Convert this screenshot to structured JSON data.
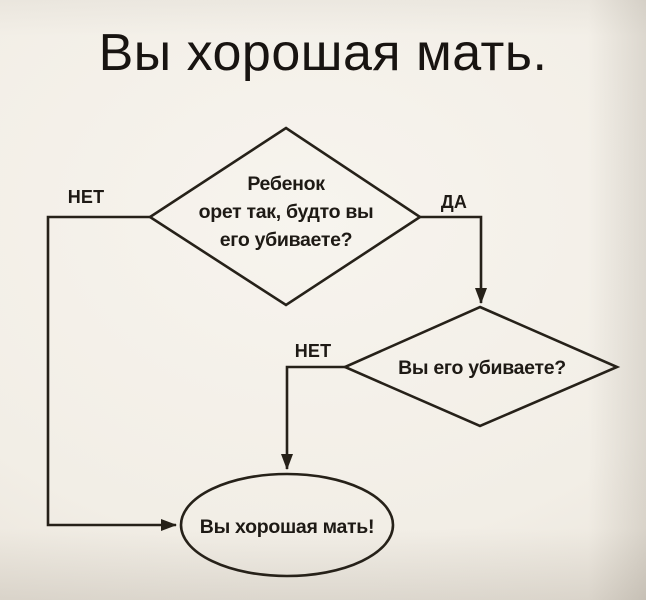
{
  "title": "Вы хорошая мать.",
  "flowchart": {
    "decision1": {
      "line1": "Ребенок",
      "line2": "орет так, будто вы",
      "line3": "его убиваете?"
    },
    "decision2": {
      "label": "Вы его убиваете?"
    },
    "terminal": {
      "label": "Вы хорошая мать!"
    },
    "edge_no1": {
      "label": "НЕТ"
    },
    "edge_yes": {
      "label": "ДА"
    },
    "edge_no2": {
      "label": "НЕТ"
    }
  },
  "colors": {
    "background": "#f2eee6",
    "ink": "#262119",
    "text": "#1e1a15"
  }
}
